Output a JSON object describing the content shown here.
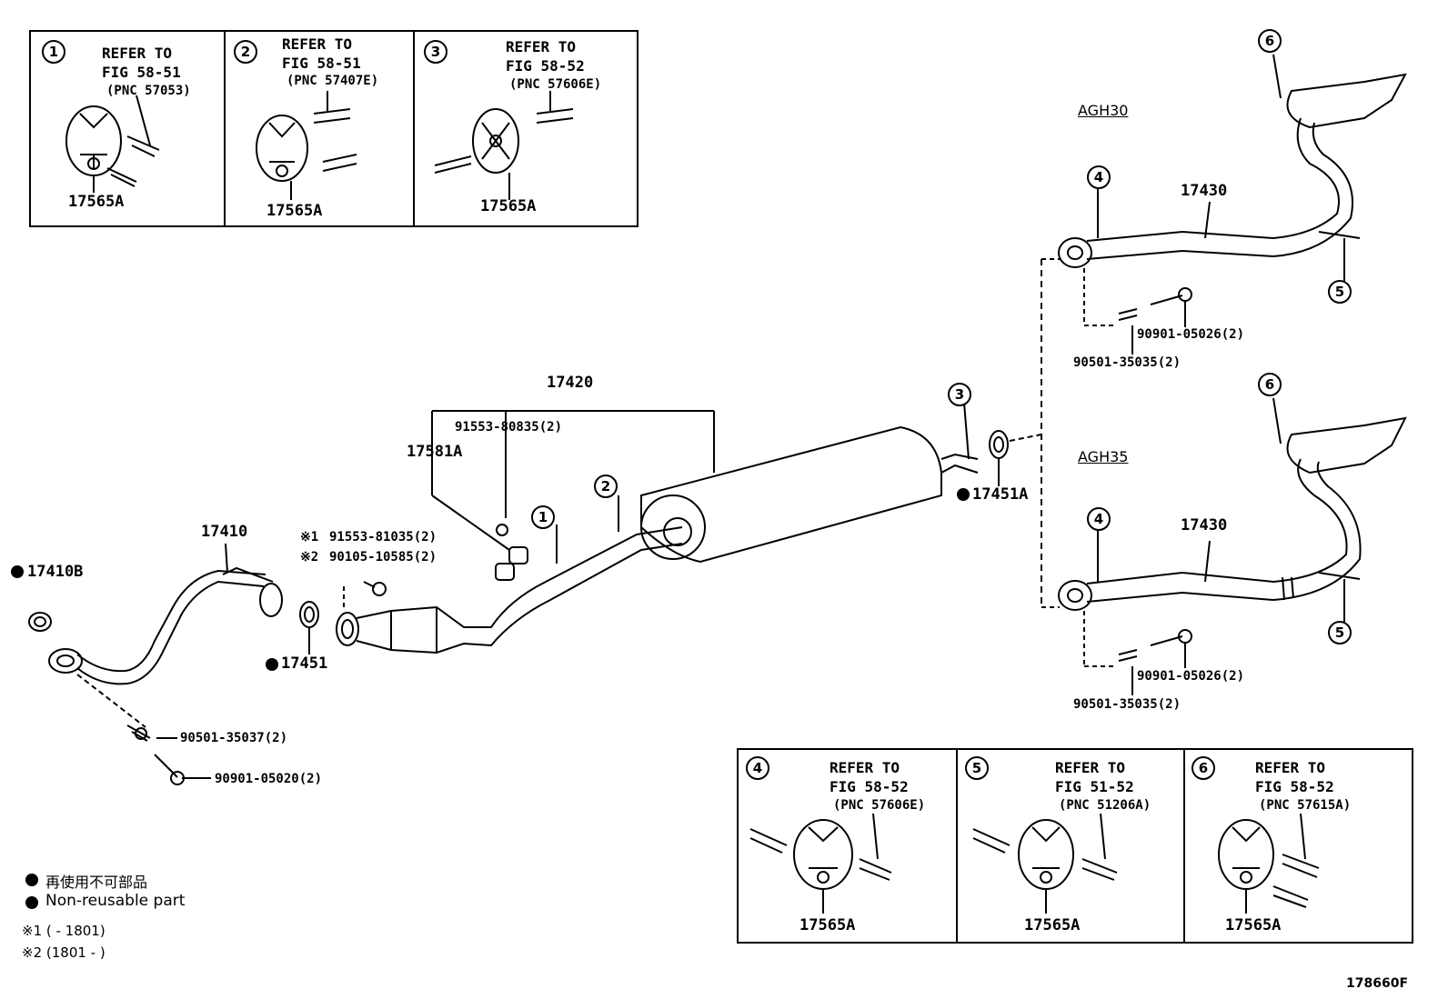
{
  "diagram_id": "178660F",
  "panels_top": [
    {
      "num": "1",
      "refer": "REFER TO",
      "fig": "FIG 58-51",
      "pnc": "(PNC 57053)",
      "part": "17565A"
    },
    {
      "num": "2",
      "refer": "REFER TO",
      "fig": "FIG 58-51",
      "pnc": "(PNC 57407E)",
      "part": "17565A"
    },
    {
      "num": "3",
      "refer": "REFER TO",
      "fig": "FIG 58-52",
      "pnc": "(PNC 57606E)",
      "part": "17565A"
    }
  ],
  "panels_bottom": [
    {
      "num": "4",
      "refer": "REFER TO",
      "fig": "FIG 58-52",
      "pnc": "(PNC 57606E)",
      "part": "17565A"
    },
    {
      "num": "5",
      "refer": "REFER TO",
      "fig": "FIG 51-52",
      "pnc": "(PNC 51206A)",
      "part": "17565A"
    },
    {
      "num": "6",
      "refer": "REFER TO",
      "fig": "FIG 58-52",
      "pnc": "(PNC 57615A)",
      "part": "17565A"
    }
  ],
  "parts": {
    "p17410": "17410",
    "p17410b": "17410B",
    "p17451": "17451",
    "p17451a": "17451A",
    "p17420": "17420",
    "p17581a": "17581A",
    "p91553_80835": "91553-80835(2)",
    "p91553_81035": "91553-81035(2)",
    "p90105_10585": "90105-10585(2)",
    "p90501_35037": "90501-35037(2)",
    "p90901_05020": "90901-05020(2)",
    "p17430_top": "17430",
    "p17430_bottom": "17430",
    "p90901_05026_top": "90901-05026(2)",
    "p90501_35035_top": "90501-35035(2)",
    "p90901_05026_bottom": "90901-05026(2)",
    "p90501_35035_bottom": "90501-35035(2)"
  },
  "markers": {
    "m1": "1",
    "m2": "2",
    "m3": "3",
    "m4a": "4",
    "m5a": "5",
    "m6a": "6",
    "m4b": "4",
    "m5b": "5",
    "m6b": "6"
  },
  "notes": {
    "x1": "※1",
    "x2": "※2"
  },
  "variants": {
    "top": "AGH30",
    "bottom": "AGH35"
  },
  "legend": {
    "jp": "再使用不可部品",
    "en": "Non-reusable part",
    "note1": "※1 (        - 1801)",
    "note2": "※2 (1801 -        )"
  }
}
